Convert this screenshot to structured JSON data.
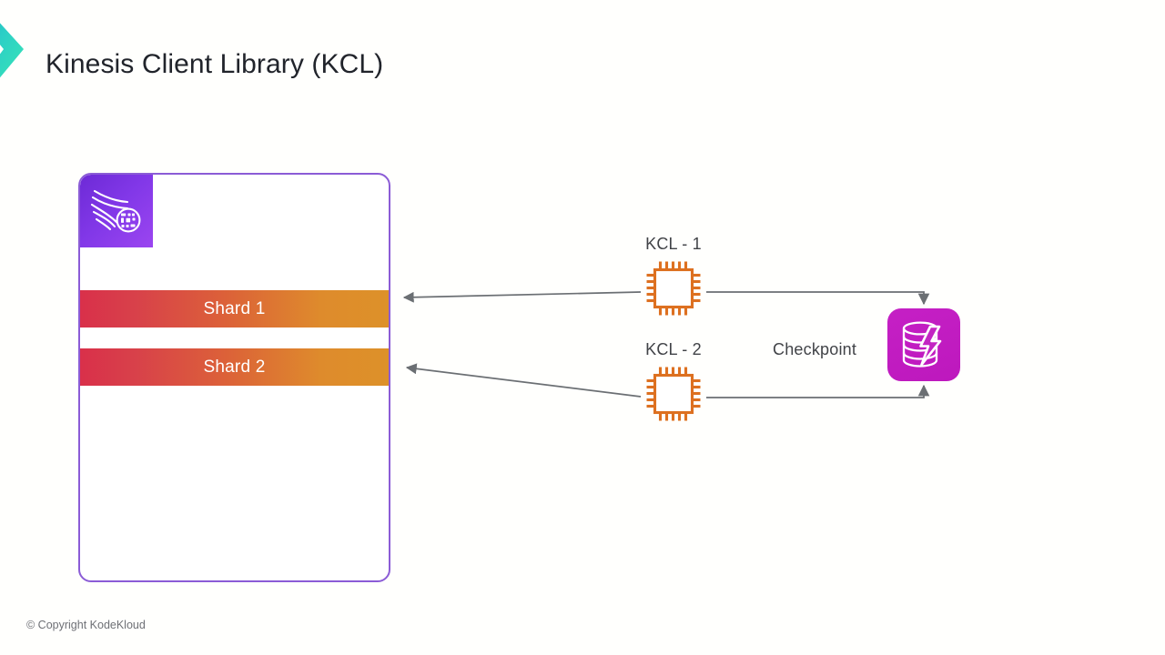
{
  "theme": {
    "background": "#fffffd",
    "title_color": "#21242b",
    "label_color": "#414347",
    "container_border": "#8b5cd6",
    "kinesis_badge_from": "#6d2ad6",
    "kinesis_badge_to": "#9b45f0",
    "shard_gradient_from": "#d9304a",
    "shard_gradient_to": "#dd9129",
    "chip_stroke": "#dd7020",
    "dynamodb_fill": "#c325c3",
    "connector_stroke": "#6b6f73",
    "logo_from": "#1fb6c4",
    "logo_to": "#35e0b8"
  },
  "header": {
    "title": "Kinesis Client Library (KCL)",
    "logo_icon": "chevron-right-icon"
  },
  "stream": {
    "service_icon": "kinesis-data-streams-icon",
    "shards": [
      {
        "label": "Shard 1"
      },
      {
        "label": "Shard 2"
      }
    ]
  },
  "consumers": [
    {
      "label": "KCL - 1",
      "icon": "cpu-chip-icon"
    },
    {
      "label": "KCL - 2",
      "icon": "cpu-chip-icon"
    }
  ],
  "checkpoint": {
    "label": "Checkpoint",
    "store_icon": "dynamodb-icon"
  },
  "connectors": [
    {
      "name": "shard1-to-kcl1",
      "from": "kcl-1",
      "to": "shard-1",
      "direction": "left"
    },
    {
      "name": "shard2-to-kcl2",
      "from": "kcl-2",
      "to": "shard-2",
      "direction": "left"
    },
    {
      "name": "kcl1-to-dynamodb",
      "from": "kcl-1",
      "to": "dynamodb",
      "direction": "down"
    },
    {
      "name": "kcl2-to-dynamodb",
      "from": "kcl-2",
      "to": "dynamodb",
      "direction": "up"
    }
  ],
  "footer": {
    "copyright": "© Copyright KodeKloud"
  }
}
